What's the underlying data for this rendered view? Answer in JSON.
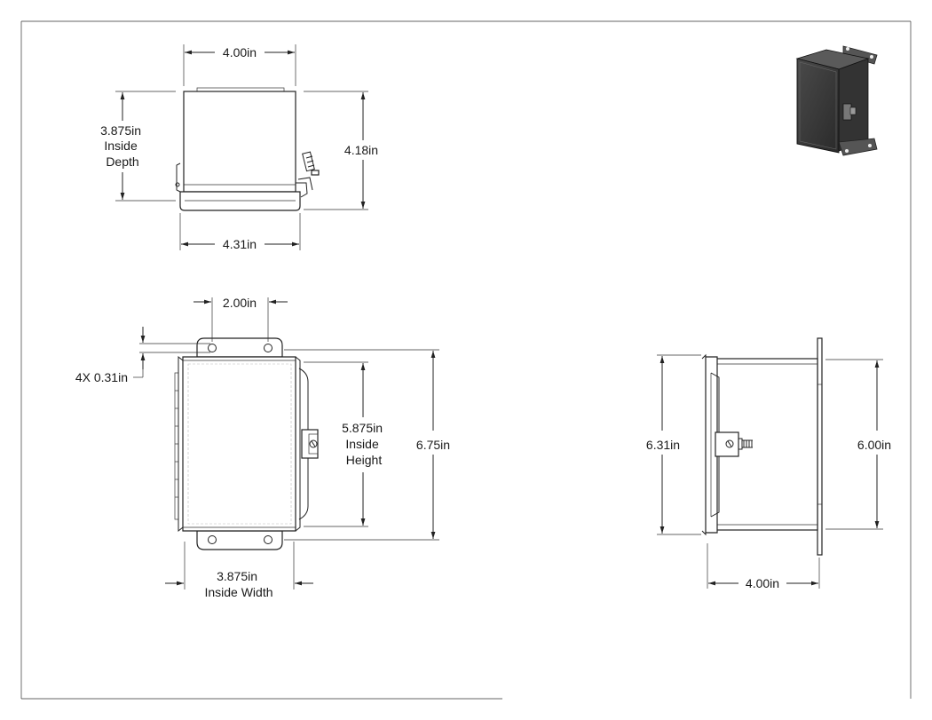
{
  "top_view": {
    "width_label": "4.00in",
    "overall_width_label": "4.31in",
    "height_label": "4.18in",
    "depth_label": {
      "line1": "3.875in",
      "line2": "Inside",
      "line3": "Depth"
    }
  },
  "front_view": {
    "mount_spacing_label": "2.00in",
    "hole_label": "4X 0.31in",
    "inside_height_label": {
      "line1": "5.875in",
      "line2": "Inside",
      "line3": "Height"
    },
    "overall_height_label": "6.75in",
    "inside_width_label": {
      "line1": "3.875in",
      "line2": "Inside Width"
    }
  },
  "side_view": {
    "height_label": "6.31in",
    "flange_height_label": "6.00in",
    "depth_label": "4.00in"
  },
  "iso_view": {
    "body_color": "#3a3a3a"
  }
}
